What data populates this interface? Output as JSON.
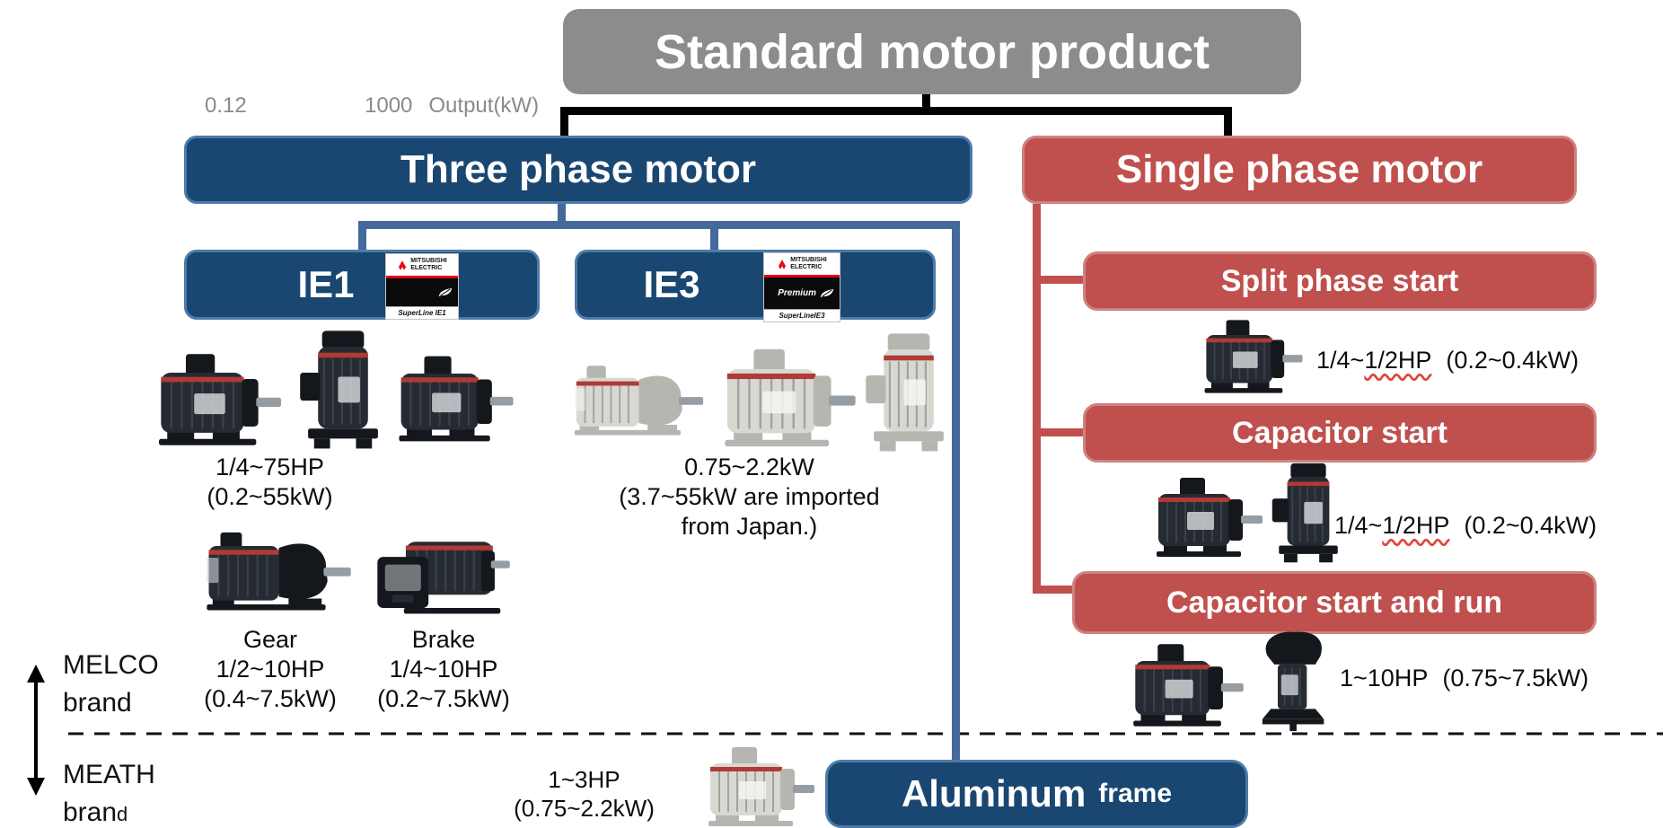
{
  "title": "Standard motor product",
  "axis": {
    "min": "0.12",
    "max": "1000",
    "unit": "Output(kW)"
  },
  "three_phase": {
    "label": "Three phase motor",
    "ie1": {
      "label": "IE1",
      "badge": {
        "brand_line1": "MITSUBISHI",
        "brand_line2": "ELECTRIC",
        "series": "SuperLine IE1"
      },
      "spec": [
        "1/4~75HP",
        "(0.2~55kW)"
      ],
      "gear": {
        "name": "Gear",
        "hp": "1/2~10HP",
        "kw": "(0.4~7.5kW)"
      },
      "brake": {
        "name": "Brake",
        "hp": "1/4~10HP",
        "kw": "(0.2~7.5kW)"
      }
    },
    "ie3": {
      "label": "IE3",
      "badge": {
        "brand_line1": "MITSUBISHI",
        "brand_line2": "ELECTRIC",
        "premium": "Premium",
        "series": "SuperLineIE3"
      },
      "spec": [
        "0.75~2.2kW",
        "(3.7~55kW are imported",
        "from Japan.)"
      ]
    }
  },
  "single_phase": {
    "label": "Single phase motor",
    "branches": [
      {
        "label": "Split phase start",
        "hp_prefix": "1/4~",
        "hp_wavy": "1/2HP",
        "kw": "(0.2~0.4kW)"
      },
      {
        "label": "Capacitor start",
        "hp_prefix": "1/4~",
        "hp_wavy": "1/2HP",
        "kw": "(0.2~0.4kW)"
      },
      {
        "label": "Capacitor start and run",
        "hp_prefix": "1~10HP",
        "hp_wavy": "",
        "kw": "(0.75~7.5kW)"
      }
    ]
  },
  "bottom": {
    "spec": [
      "1~3HP",
      "(0.75~2.2kW)"
    ],
    "aluminum_word": "Aluminum",
    "frame_word": "frame"
  },
  "brands": {
    "top_name": "MELCO",
    "top_word": "brand",
    "bottom_name": "MEATH",
    "bottom_word_main": "bran",
    "bottom_word_small": "d"
  },
  "colors": {
    "navy": "#1a4771",
    "red": "#c0504d",
    "connector_blue": "#44699c",
    "title_gray": "#8c8c8c",
    "mitsubishi_red": "#e60012"
  }
}
